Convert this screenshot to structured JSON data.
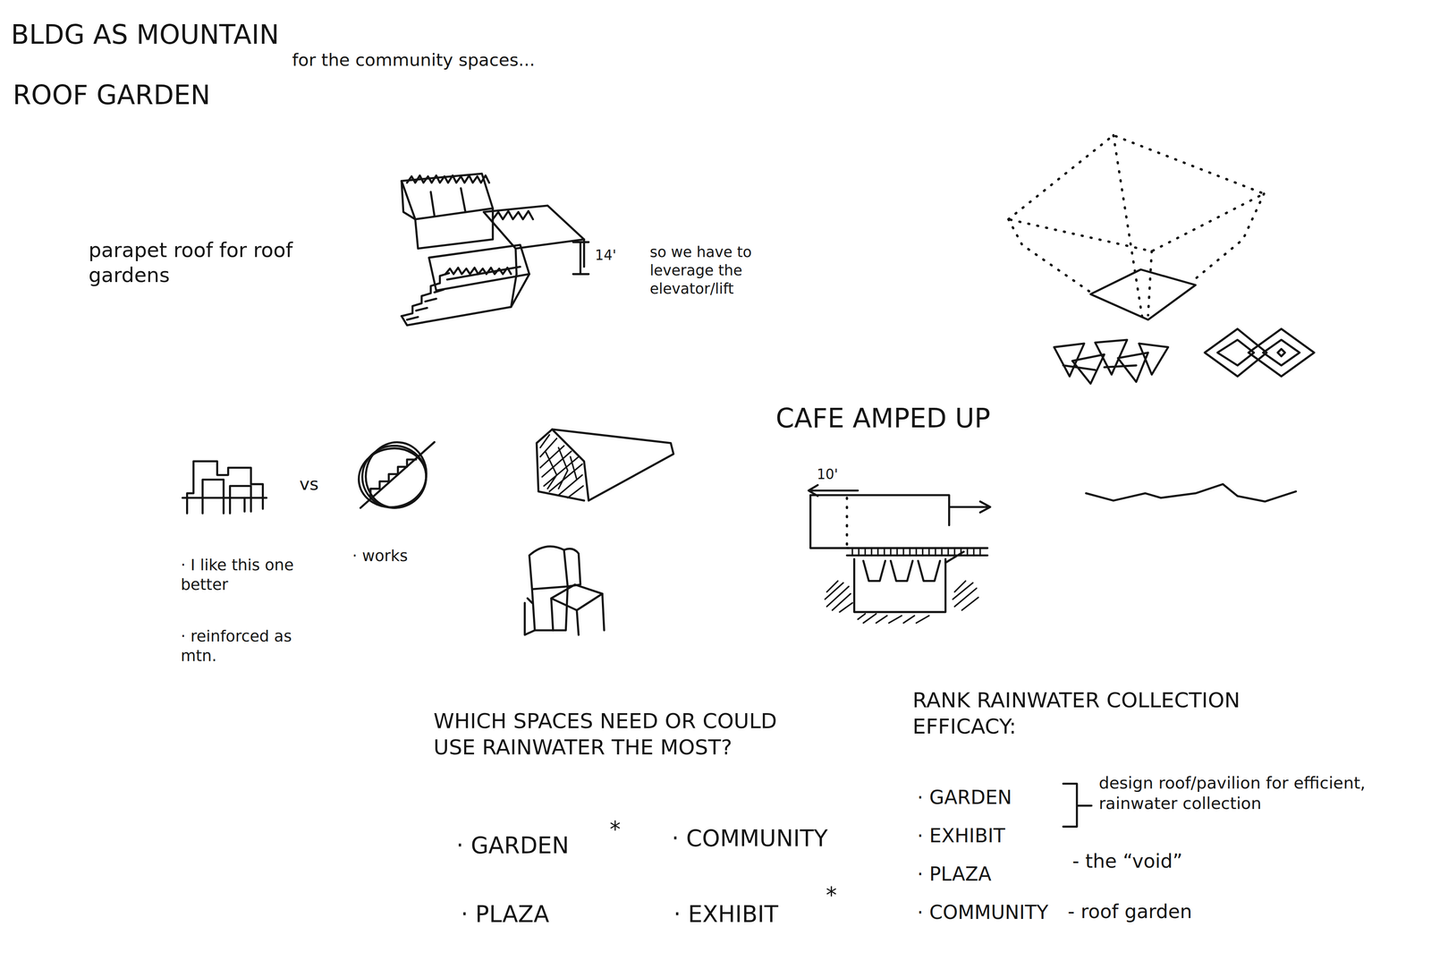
{
  "diagram": {
    "labels": [
      "BLDG AS MOUNTAIN",
      "ROOF GARDEN",
      "for the community spaces...",
      "parapet roof for roof gardens",
      "14'",
      "so we have to leverage the elevator/lift",
      "vs",
      "· I like this one better",
      "· reinforced as mtn.",
      "· works",
      "CAFE AMPED UP",
      "10'",
      "WHICH SPACES NEED OR COULD USE RAINWATER THE MOST?",
      "· GARDEN",
      "*",
      "· COMMUNITY",
      "· PLAZA",
      "· EXHIBIT",
      "*",
      "RANK RAINWATER COLLECTION EFFICACY:",
      "· GARDEN",
      "· EXHIBIT",
      "· PLAZA",
      "· COMMUNITY",
      "design roof/pavilion for efficient, rainwater collection",
      "- the “void”",
      "- roof garden"
    ]
  }
}
